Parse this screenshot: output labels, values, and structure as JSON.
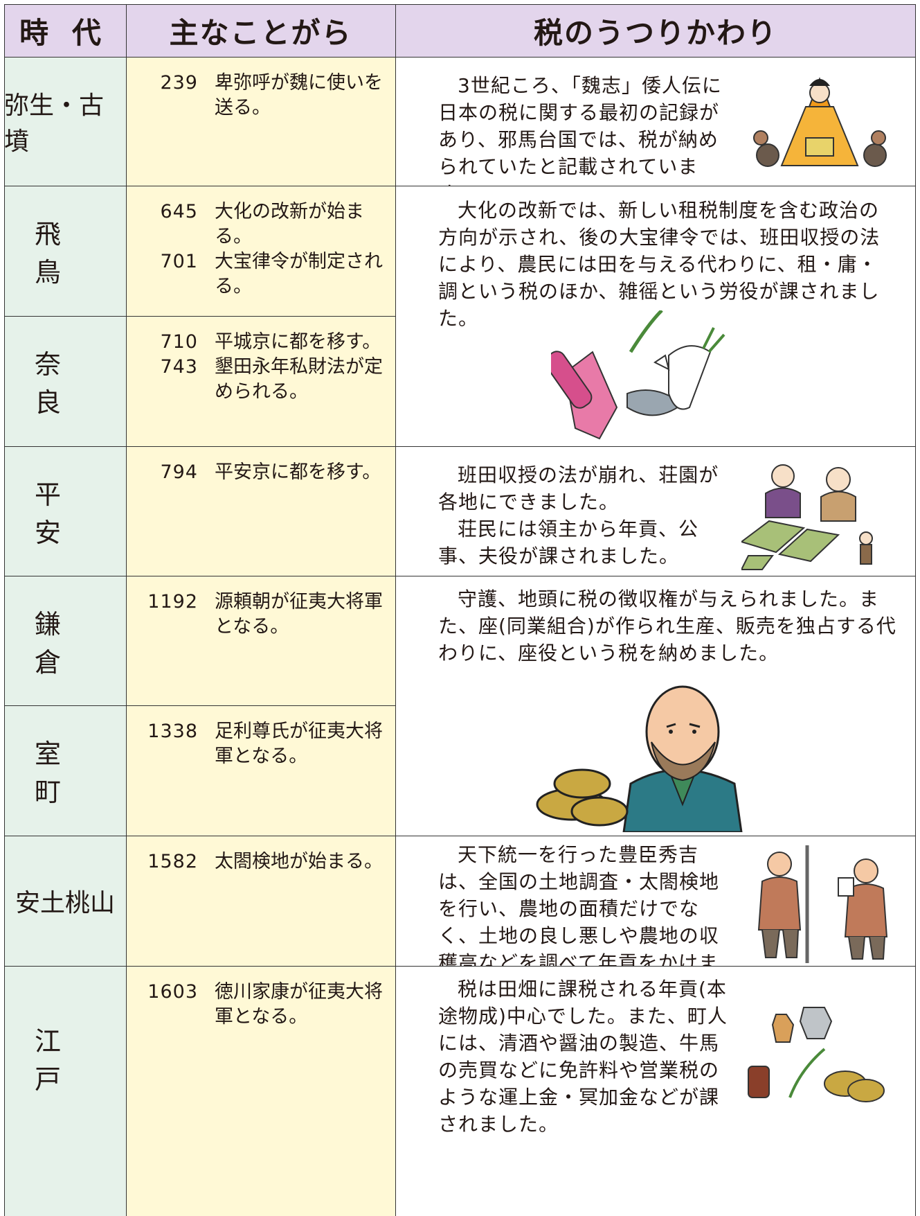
{
  "header": {
    "era": "時代",
    "events": "主なことがら",
    "tax": "税のうつりかわり"
  },
  "rows": [
    {
      "era": "弥生・古墳",
      "events": [
        {
          "year": "239",
          "text": "卑弥呼が魏に使いを送る。"
        }
      ],
      "tax": [
        "3世紀ころ、「魏志」倭人伝に日本の税に関する最初の記録があり、邪馬台国では、税が納められていたと記載されています。"
      ],
      "illustration": "queen-icon"
    },
    {
      "era": "飛鳥",
      "events": [
        {
          "year": "645",
          "text": "大化の改新が始まる。"
        },
        {
          "year": "701",
          "text": "大宝律令が制定される。"
        }
      ],
      "tax": [
        "大化の改新では、新しい租税制度を含む政治の方向が示され、後の大宝律令では、班田収授の法により、農民には田を与える代わりに、租・庸・調という税のほか、雑徭という労役が課されました。"
      ],
      "illustration": "tribute-goods-icon"
    },
    {
      "era": "奈良",
      "events": [
        {
          "year": "710",
          "text": "平城京に都を移す。"
        },
        {
          "year": "743",
          "text": "墾田永年私財法が定められる。"
        }
      ]
    },
    {
      "era": "平安",
      "events": [
        {
          "year": "794",
          "text": "平安京に都を移す。"
        }
      ],
      "tax": [
        "班田収授の法が崩れ、荘園が各地にできました。",
        "荘民には領主から年貢、公事、夫役が課されました。"
      ],
      "illustration": "manor-icon"
    },
    {
      "era": "鎌倉",
      "events": [
        {
          "year": "1192",
          "text": "源頼朝が征夷大将軍となる。"
        }
      ],
      "tax": [
        "守護、地頭に税の徴収権が与えられました。また、座(同業組合)が作られ生産、販売を独占する代わりに、座役という税を納めました。"
      ],
      "illustration": "samurai-icon"
    },
    {
      "era": "室町",
      "events": [
        {
          "year": "1338",
          "text": "足利尊氏が征夷大将軍となる。"
        }
      ]
    },
    {
      "era": "安土桃山",
      "events": [
        {
          "year": "1582",
          "text": "太閤検地が始まる。"
        }
      ],
      "tax": [
        "天下統一を行った豊臣秀吉は、全国の土地調査・太閤検地を行い、農地の面積だけでなく、土地の良し悪しや農地の収穫高などを調べて年貢をかけました。"
      ],
      "illustration": "land-survey-icon"
    },
    {
      "era": "江戸",
      "events": [
        {
          "year": "1603",
          "text": "徳川家康が征夷大将軍となる。"
        }
      ],
      "tax": [
        "税は田畑に課税される年貢(本途物成)中心でした。また、町人には、清酒や醤油の製造、牛馬の売買などに免許料や営業税のような運上金・冥加金などが課されました。"
      ],
      "illustration": "edo-goods-icon"
    }
  ],
  "colors": {
    "header": "#e3d5ec",
    "era": "#e6f2ea",
    "events": "#fff9d6"
  }
}
